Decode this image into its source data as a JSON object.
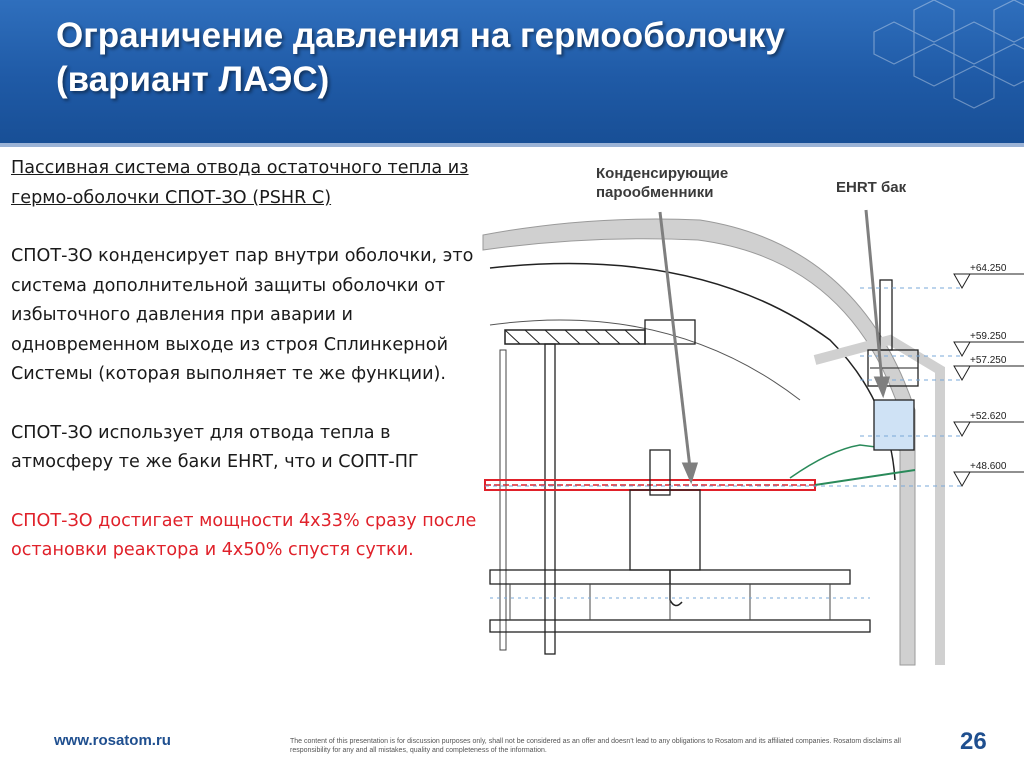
{
  "slide": {
    "title_line1": "Ограничение давления на гермооболочку",
    "title_line2": "(вариант ЛАЭС)"
  },
  "body": {
    "heading": "Пассивная система отвода остаточного тепла из гермо-оболочки СПОТ-ЗО (PSHR C)",
    "p1": "СПОТ-ЗО конденсирует пар внутри оболочки, это система дополнительной защиты оболочки от избыточного давления при аварии и одновременном выходе из строя Сплинкерной Системы (которая выполняет те же функции).",
    "p2": "СПОТ-ЗО использует для отвода тепла в атмосферу те же баки EHRT, что и СОПТ-ПГ",
    "p3_red": "СПОТ-ЗО достигает мощности 4x33% сразу после остановки реактора и 4x50% спустя сутки."
  },
  "diagram": {
    "label_condensers_line1": "Конденсирующие",
    "label_condensers_line2": "парообменники",
    "label_ehrt": "EHRT бак",
    "levels": [
      "+64.250",
      "+59.250",
      "+57.250",
      "+52.620",
      "+48.600"
    ]
  },
  "footer": {
    "url": "www.rosatom.ru",
    "disclaimer": "The content of this presentation is for discussion purposes only, shall not be considered as an offer and doesn’t lead to any obligations to Rosatom and its affiliated companies. Rosatom disclaims all responsibility for any and all mistakes, quality and completeness of the information.",
    "page_number": "26"
  },
  "colors": {
    "header_blue": "#1f5aa6",
    "accent_red": "#e0212a",
    "footer_blue": "#1f4f8f",
    "structure_gray": "#d0d0d0"
  }
}
